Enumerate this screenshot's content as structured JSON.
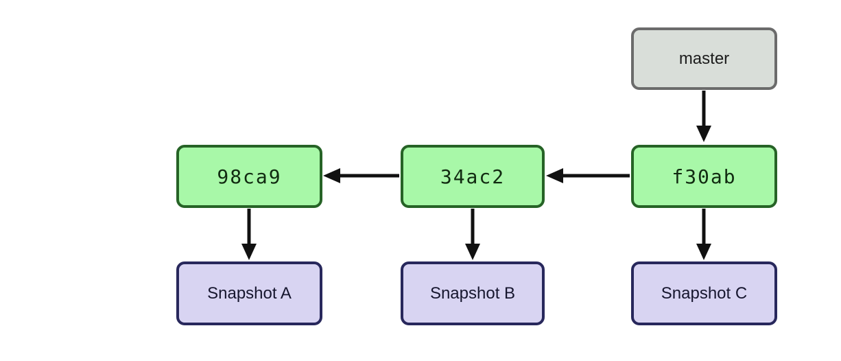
{
  "diagram": {
    "branch": {
      "label": "master"
    },
    "commits": [
      {
        "id": "98ca9",
        "snapshot": "Snapshot A"
      },
      {
        "id": "34ac2",
        "snapshot": "Snapshot B"
      },
      {
        "id": "f30ab",
        "snapshot": "Snapshot C"
      }
    ],
    "edges": [
      {
        "from": "master",
        "to": "f30ab"
      },
      {
        "from": "f30ab",
        "to": "34ac2"
      },
      {
        "from": "34ac2",
        "to": "98ca9"
      },
      {
        "from": "98ca9",
        "to": "Snapshot A"
      },
      {
        "from": "34ac2",
        "to": "Snapshot B"
      },
      {
        "from": "f30ab",
        "to": "Snapshot C"
      }
    ],
    "colors": {
      "commit_fill": "#a8f8a8",
      "commit_border": "#266326",
      "snapshot_fill": "#d8d4f2",
      "snapshot_border": "#28285c",
      "branch_fill": "#d9ded9",
      "branch_border": "#6b6b6b",
      "arrow": "#111111",
      "background": "#ffffff"
    }
  }
}
